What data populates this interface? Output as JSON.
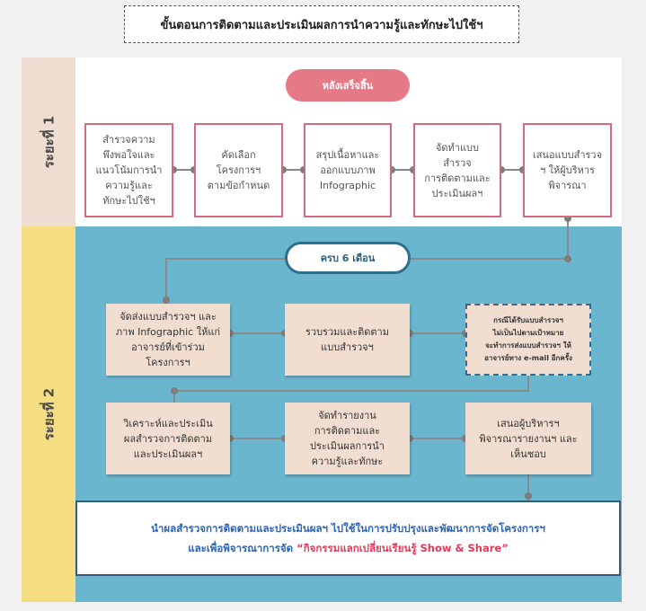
{
  "title": "ขั้นตอนการติดตามและประเมินผลการนำความรู้และทักษะไปใช้ฯ",
  "phases": {
    "p1": "ระยะที่ 1",
    "p2": "ระยะที่ 2"
  },
  "phase1": {
    "pill": "หลังเสร็จสิ้น",
    "steps": [
      "สำรวจความ\nพึงพอใจและ\nแนวโน้มการนำ\nความรู้และ\nทักษะไปใช้ฯ",
      "คัดเลือก\nโครงการฯ\nตามข้อกำหนด",
      "สรุปเนื้อหาและ\nออกแบบภาพ\nInfographic",
      "จัดทำแบบ\nสำรวจ\nการติดตามและ\nประเมินผลฯ",
      "เสนอแบบสำรวจ\nฯ ให้ผู้บริหาร\nพิจารณา"
    ]
  },
  "phase2": {
    "pill": "ครบ 6 เดือน",
    "row1": [
      "จัดส่งแบบสำรวจฯ และ\nภาพ Infographic ให้แก่\nอาจารย์ที่เข้าร่วม\nโครงการฯ",
      "รวบรวมและติดตาม\nแบบสำรวจฯ",
      "กรณีได้รับแบบสำรวจฯ\nไม่เป็นไปตามเป้าหมาย\nจะทำการส่งแบบสำรวจฯ ให้\nอาจารย์ทาง e-mail อีกครั้ง"
    ],
    "row2": [
      "วิเคราะห์และประเมิน\nผลสำรวจการติดตาม\nและประเมินผลฯ",
      "จัดทำรายงาน\nการติดตามและ\nประเมินผลการนำ\nความรู้และทักษะ",
      "เสนอผู้บริหารฯ\nพิจารณารายงานฯ และ\nเห็นชอบ"
    ]
  },
  "final": {
    "line1": "นำผลสำรวจการติดตามและประเมินผลฯ ไปใช้ในการปรับปรุงและพัฒนาการจัดโครงการฯ",
    "line2_prefix": "และเพื่อพิจารณาการจัด",
    "line2_highlight": "“กิจกรรมแลกเปลี่ยนเรียนรู้ Show & Share”"
  },
  "colors": {
    "phase1_bg": "#f0ddd1",
    "phase2_bg": "#f4dd82",
    "panel2_bg": "#6bb6cf",
    "box_border": "#d56a7e",
    "pill_done": "#e57a86",
    "accent_blue": "#2e64b0",
    "highlight_red": "#e53a5a"
  }
}
